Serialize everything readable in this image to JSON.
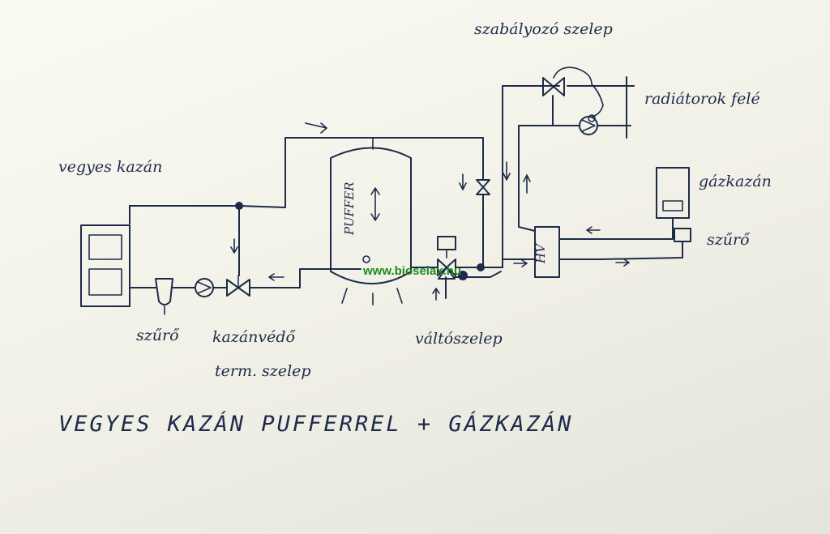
{
  "labels": {
    "szabalyozo_szelep": "szabályozó szelep",
    "radiatorok_fele": "radiátorok felé",
    "vegyes_kazan": "vegyes kazán",
    "pufferr": "PUFFER",
    "gazkazan": "gázkazán",
    "szuro_right": "szűrő",
    "szuro_left": "szűrő",
    "kazanvedo_1": "kazánvédő",
    "kazanvedo_2": "term. szelep",
    "valtoszelep": "váltószelep",
    "hv": "HV",
    "title": "VEGYES KAZÁN PUFFERREL + GÁZKAZÁN"
  },
  "watermark": "www.bioselax.hu",
  "colors": {
    "ink": "#1d2a4a",
    "watermark": "#1e8a1e"
  }
}
